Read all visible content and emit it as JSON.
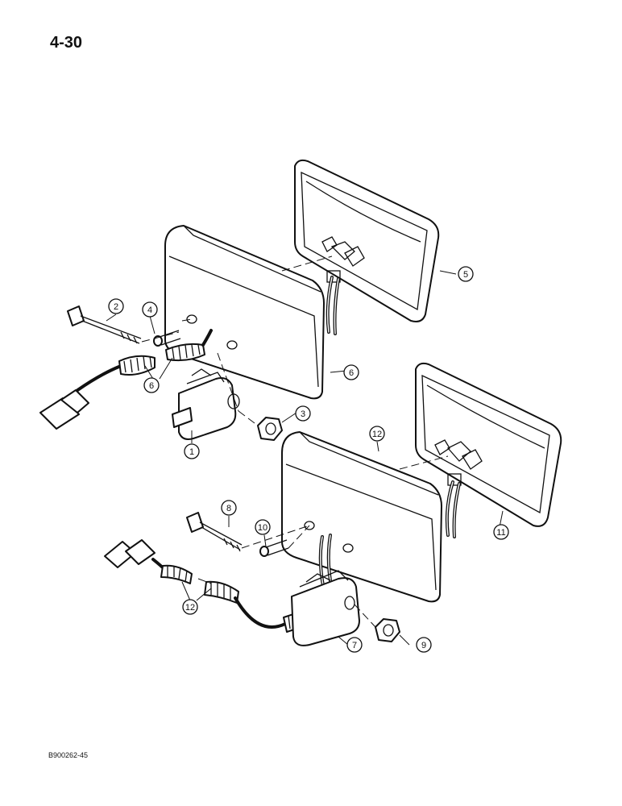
{
  "page_number": "4-30",
  "drawing_code": "B900262-45",
  "callouts": [
    "1",
    "2",
    "3",
    "4",
    "5",
    "6",
    "6",
    "7",
    "8",
    "9",
    "10",
    "11",
    "12",
    "12"
  ]
}
